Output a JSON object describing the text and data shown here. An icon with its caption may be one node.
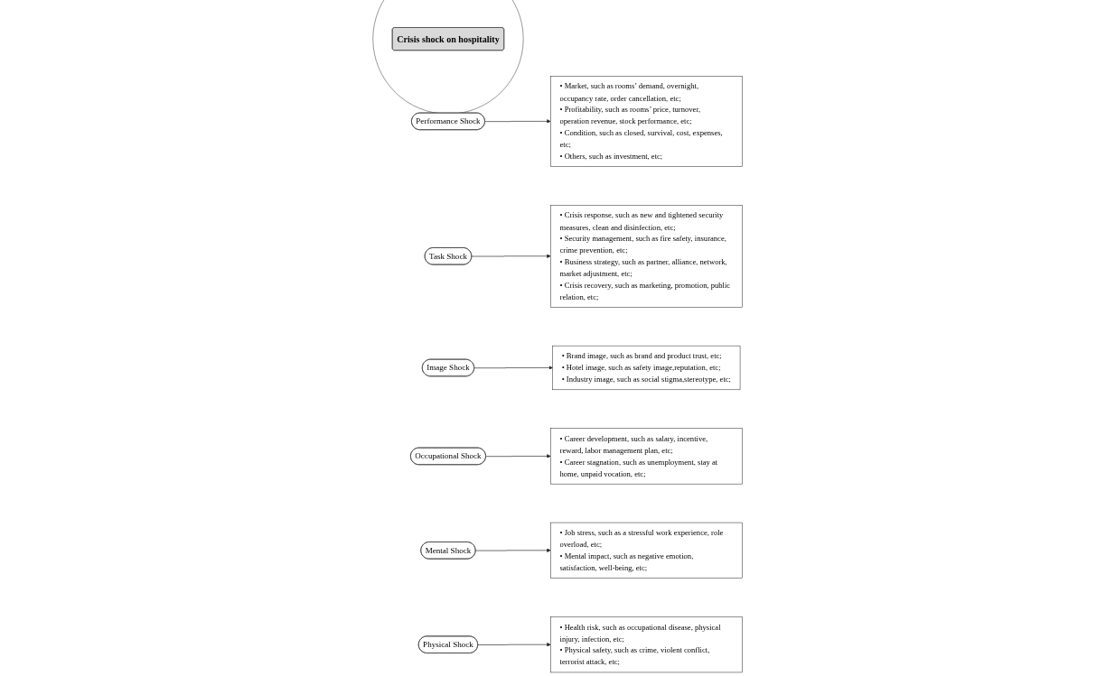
{
  "diagram": {
    "nodes": [
      {
        "text": [
          "• Market, such as rooms’ demand, overnight, occupancy rate, order cancellation, etc;",
          "• Profitability, such as rooms’ price, turnover, operation revenue, stock performance, etc;",
          "• Condition, such as closed, survival, cost, expenses, etc;",
          "• Others, such as investment, etc;"
        ]
      },
      {
        "text": [
          "• Crisis response, such as new and tightened security measures, clean and disinfection, etc;",
          "• Security management, such as fire safety, insurance, crime prevention, etc;",
          "• Business strategy, such as partner, alliance, network, market adjustment, etc;",
          "• Crisis recovery, such as marketing, promotion, public relation, etc;"
        ]
      },
      {
        "text": [],
        "shape": "circle"
      },
      {
        "text": [
          "Performance Shock"
        ]
      },
      {
        "text": [
          "Task Shock"
        ]
      },
      {
        "text": [
          "Crisis shock on hospitality"
        ],
        "in": 2
      },
      {
        "text": [
          "Image Shock"
        ]
      },
      {
        "text": [
          "Occupational Shock"
        ]
      },
      {
        "text": [
          "Mental Shock"
        ]
      },
      {
        "text": [
          "Physical Shock"
        ]
      },
      {
        "text": [
          "• Brand image, such as brand and product trust, etc;",
          "• Hotel image, such as safety image,reputation, etc;",
          "• Industry image, such as social stigma,stereotype, etc;"
        ]
      },
      {
        "text": [
          "• Career development, such as salary, incentive, reward, labor management plan, etc;",
          "• Career stagnation, such as unemployment, stay at home, unpaid vocation, etc;"
        ]
      },
      {
        "text": [
          "• Job stress, such as a stressful work experience, role overload, etc;",
          "• Mental impact, such as negative emotion, satisfaction, well-being, etc;"
        ]
      },
      {
        "text": [
          "• Health risk, such as occupational disease, physical injury, infection, etc;",
          "• Physical safety, such as crime, violent conflict, terrorist attack, etc;"
        ]
      }
    ],
    "edges": [
      {
        "from": 3,
        "to": 0,
        "arrow": "to"
      },
      {
        "from": 4,
        "to": 1,
        "arrow": "to"
      },
      {
        "from": 6,
        "to": 10,
        "arrow": "to"
      },
      {
        "from": 7,
        "to": 11,
        "arrow": "to"
      },
      {
        "from": 8,
        "to": 12,
        "arrow": "to"
      },
      {
        "from": 9,
        "to": 13,
        "arrow": "to"
      }
    ]
  }
}
